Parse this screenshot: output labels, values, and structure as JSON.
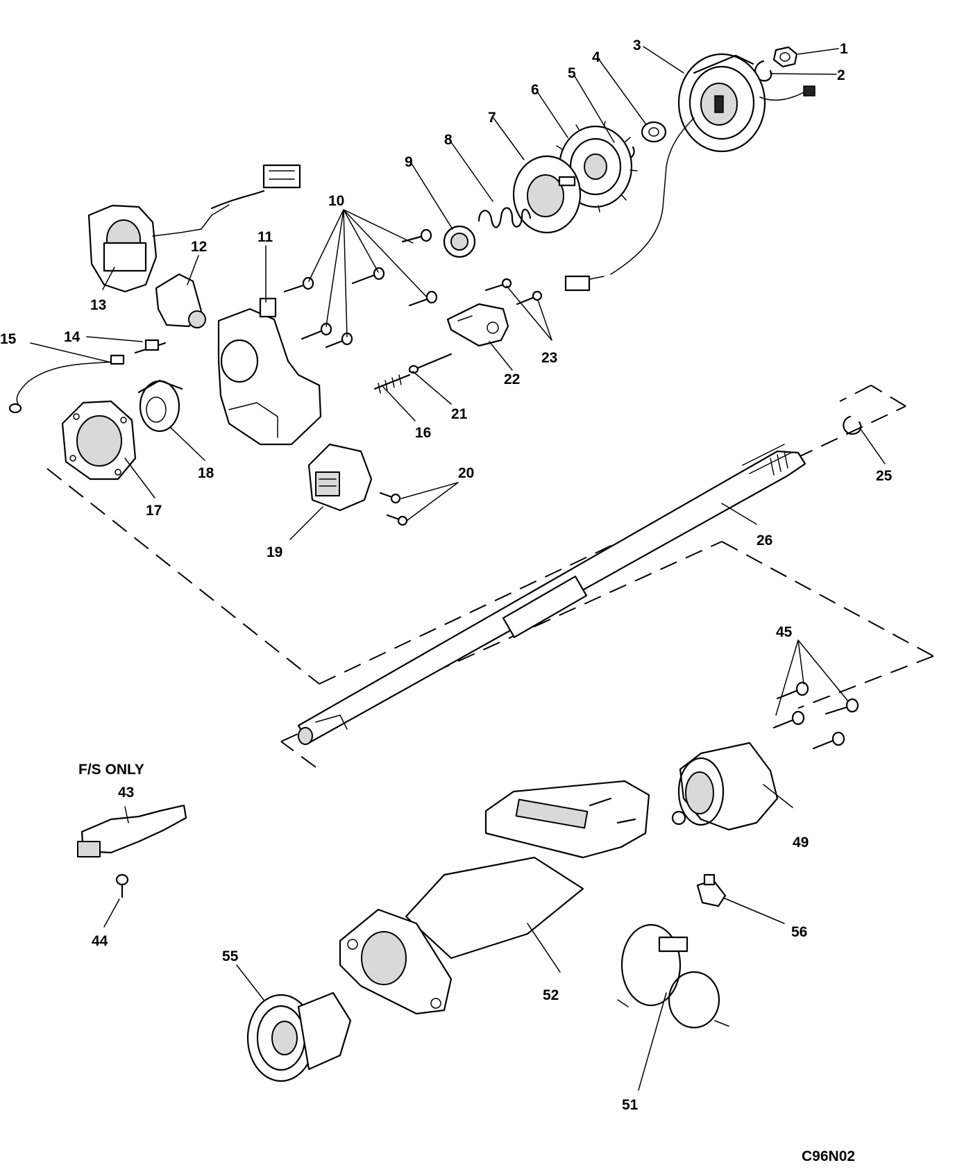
{
  "diagram": {
    "fs_note": "F/S ONLY",
    "figure_code": "C96N02",
    "callouts": [
      "1",
      "2",
      "3",
      "4",
      "5",
      "6",
      "7",
      "8",
      "9",
      "10",
      "11",
      "12",
      "13",
      "14",
      "15",
      "16",
      "17",
      "18",
      "19",
      "20",
      "21",
      "22",
      "23",
      "25",
      "26",
      "43",
      "44",
      "45",
      "49",
      "51",
      "52",
      "55",
      "56"
    ]
  }
}
